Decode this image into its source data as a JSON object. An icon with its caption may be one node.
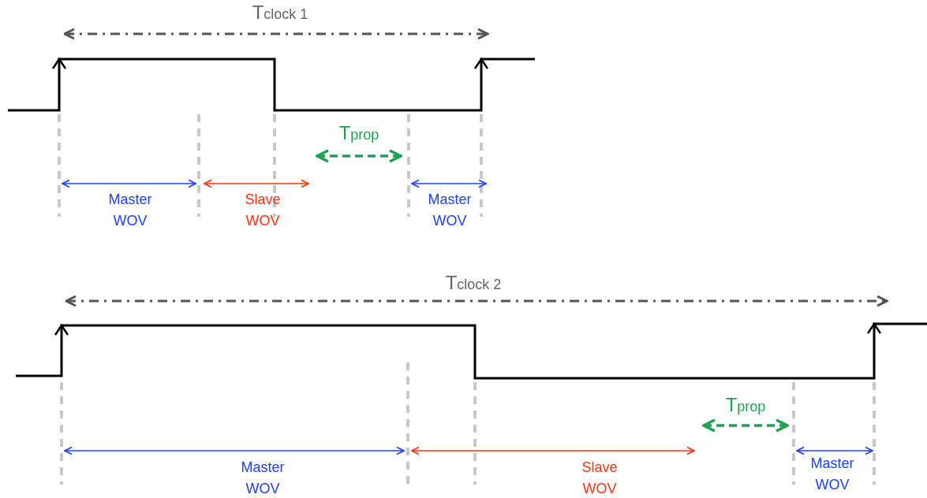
{
  "diagram": {
    "labels": [
      "Tclock 1",
      "Tprop",
      "Master WOV",
      "Slave WOV",
      "Master WOV",
      "Tclock 2",
      "Tprop",
      "Master WOV",
      "Slave WOV",
      "Master WOV"
    ]
  }
}
